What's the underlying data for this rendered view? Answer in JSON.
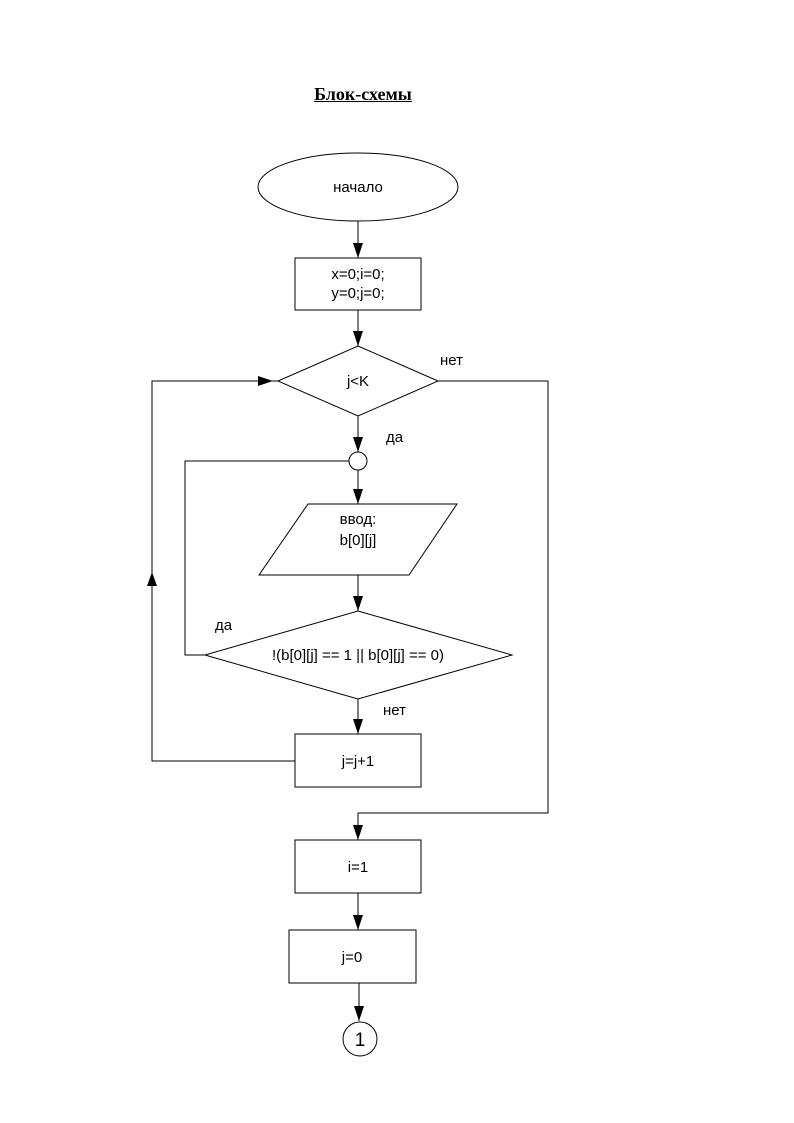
{
  "title": "Блок-схемы",
  "flowchart": {
    "start": "начало",
    "init_line1": "x=0;i=0;",
    "init_line2": "y=0;j=0;",
    "cond1": "j<K",
    "cond1_no": "нет",
    "cond1_yes": "да",
    "input_line1": "ввод:",
    "input_line2": "b[0][j]",
    "cond2": "!(b[0][j] == 1 || b[0][j] == 0)",
    "cond2_yes": "да",
    "cond2_no": "нет",
    "increment": "j=j+1",
    "set_i": "i=1",
    "set_j": "j=0",
    "connector": "1"
  }
}
